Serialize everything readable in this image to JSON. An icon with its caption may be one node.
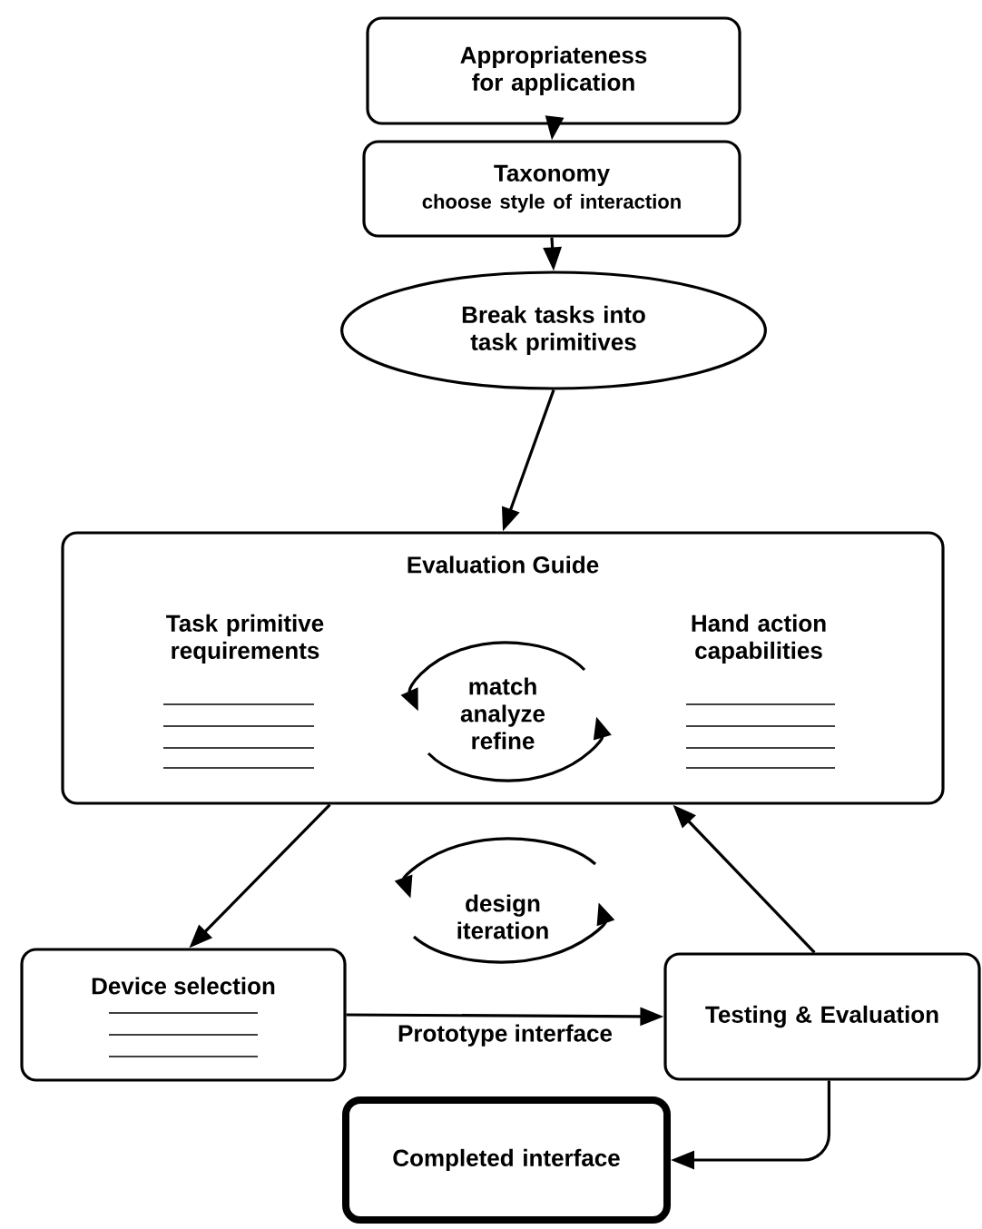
{
  "diagram": {
    "nodes": [
      {
        "text": [
          "Appropriateness for application"
        ]
      },
      {
        "text": [
          "Taxonomy",
          "choose style of interaction"
        ]
      },
      {
        "text": [
          "Break tasks into task primitives"
        ]
      },
      {
        "text": [
          "Evaluation Guide",
          "Task primitive requirements",
          "match analyze refine",
          "Hand action capabilities"
        ]
      },
      {
        "text": [
          "Device selection"
        ]
      },
      {
        "text": [
          "Testing & Evaluation"
        ]
      },
      {
        "text": [
          "Completed interface"
        ]
      }
    ],
    "edges": [
      {
        "from": 0,
        "to": 1,
        "arrow": "to"
      },
      {
        "from": 1,
        "to": 2,
        "arrow": "to"
      },
      {
        "from": 2,
        "to": 3,
        "arrow": "to"
      },
      {
        "from": 3,
        "to": 4,
        "arrow": "to"
      },
      {
        "from": 4,
        "to": 5,
        "arrow": "to",
        "label": "Prototype interface"
      },
      {
        "from": 5,
        "to": 3,
        "arrow": "to"
      },
      {
        "from": 5,
        "to": 6,
        "arrow": "to"
      }
    ],
    "labels": [
      "design iteration"
    ]
  }
}
